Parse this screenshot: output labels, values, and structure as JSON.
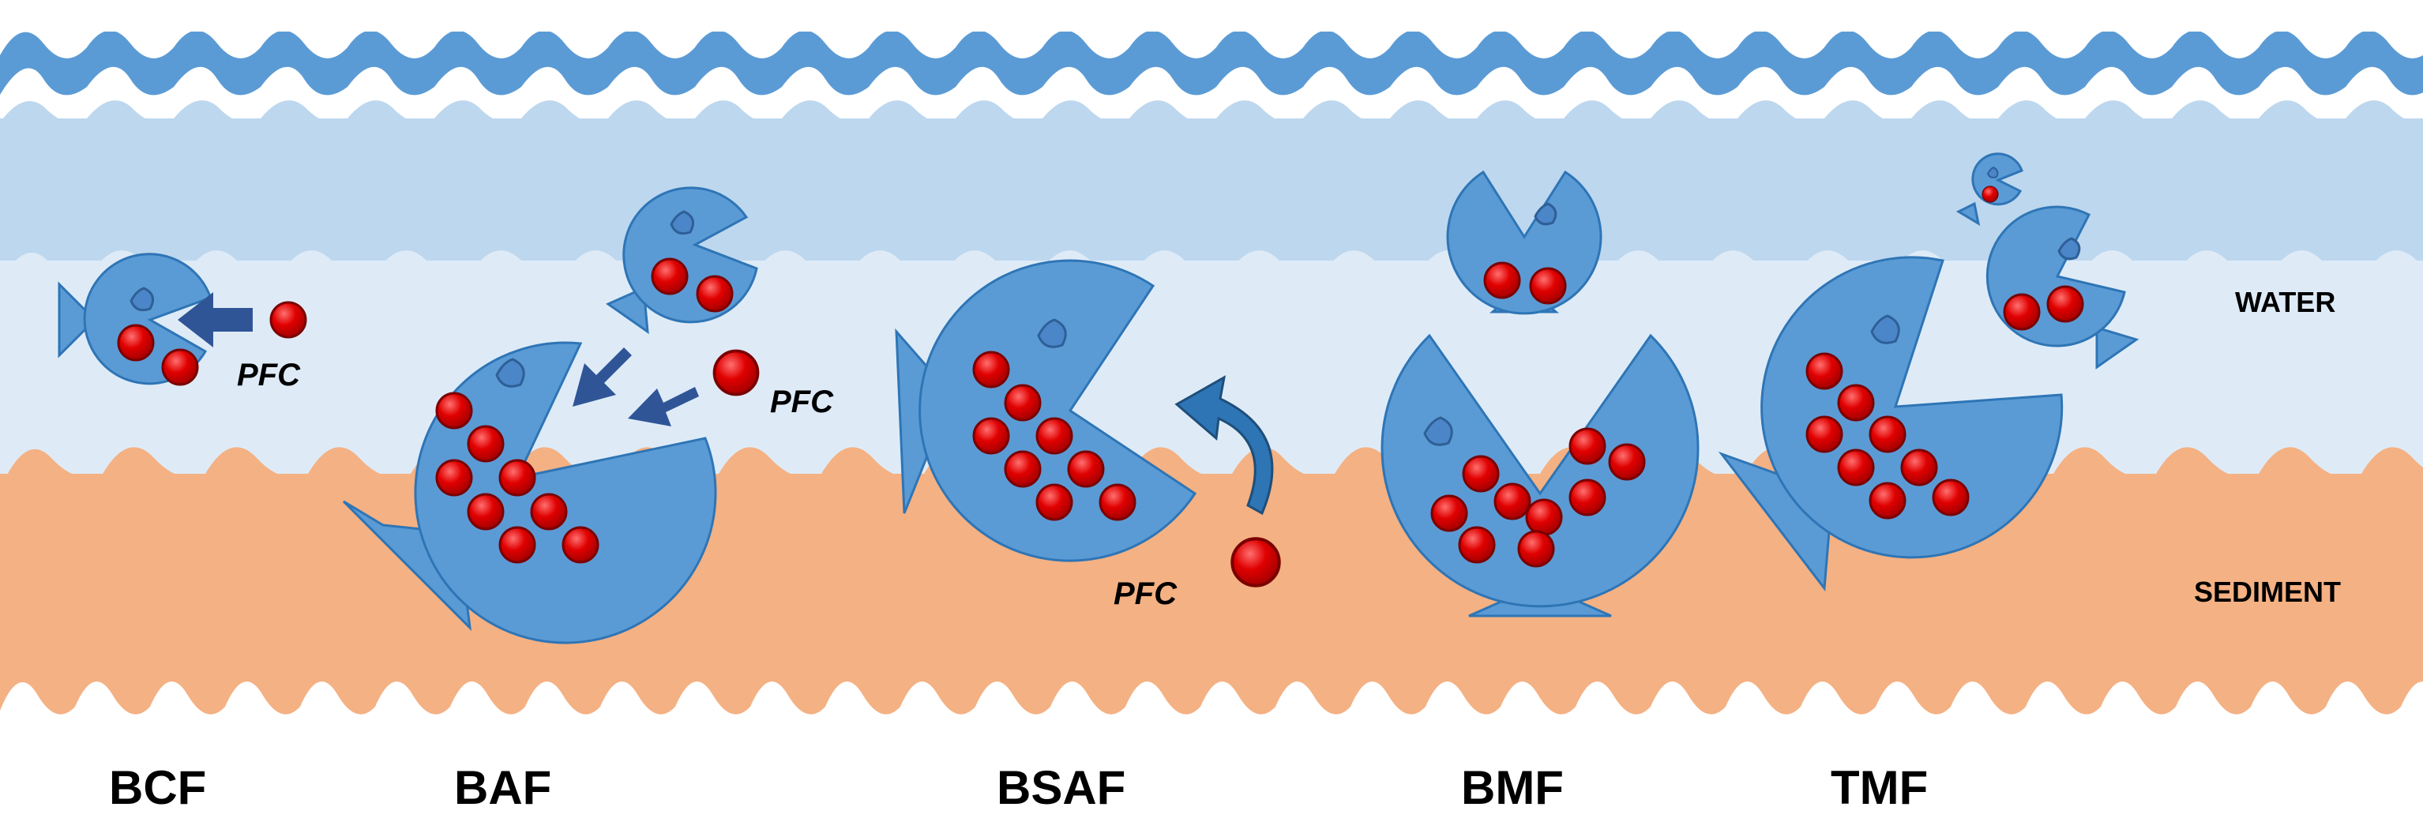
{
  "zones": {
    "water": "WATER",
    "sediment": "SEDIMENT"
  },
  "mechanisms": [
    {
      "id": "bcf",
      "label": "BCF"
    },
    {
      "id": "baf",
      "label": "BAF"
    },
    {
      "id": "bsaf",
      "label": "BSAF"
    },
    {
      "id": "bmf",
      "label": "BMF"
    },
    {
      "id": "tmf",
      "label": "TMF"
    }
  ],
  "particle_label": "PFC",
  "colors": {
    "water_dark": "#5b9bd5",
    "water_light": "#bdd7ee",
    "water_pale": "#deebf7",
    "sediment": "#f4b183",
    "fish": "#5b9bd5",
    "fish_outline": "#2e75b6",
    "pfc": "#e00000",
    "pfc_outline": "#8b0000",
    "arrow": "#2f5597"
  }
}
